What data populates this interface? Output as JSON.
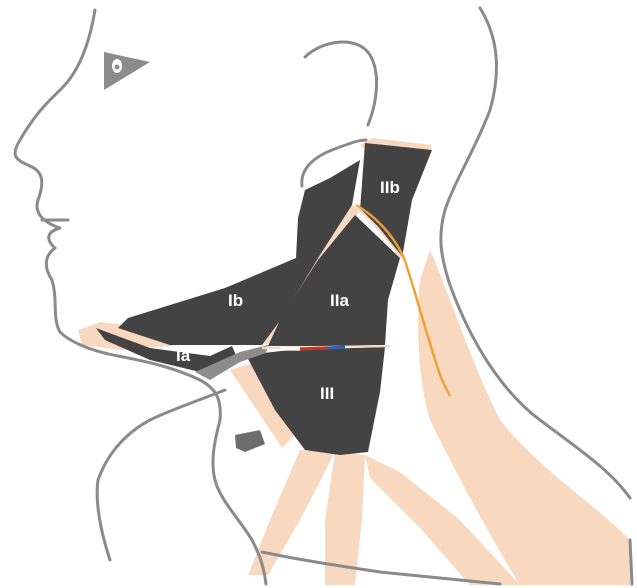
{
  "diagram": {
    "levels": [
      {
        "id": "Ia",
        "label": "Ia"
      },
      {
        "id": "Ib",
        "label": "Ib"
      },
      {
        "id": "IIa",
        "label": "IIa"
      },
      {
        "id": "IIb",
        "label": "IIb"
      },
      {
        "id": "III",
        "label": "III"
      }
    ]
  },
  "colors": {
    "region_fill": "#434343",
    "muscle_fill": "#f8d9c0",
    "outline": "#8a8a8a",
    "nerve": "#f0a030",
    "hyoid": "#8c8c8c",
    "vessel_red": "#c0392b",
    "vessel_blue": "#3a5fa8"
  }
}
